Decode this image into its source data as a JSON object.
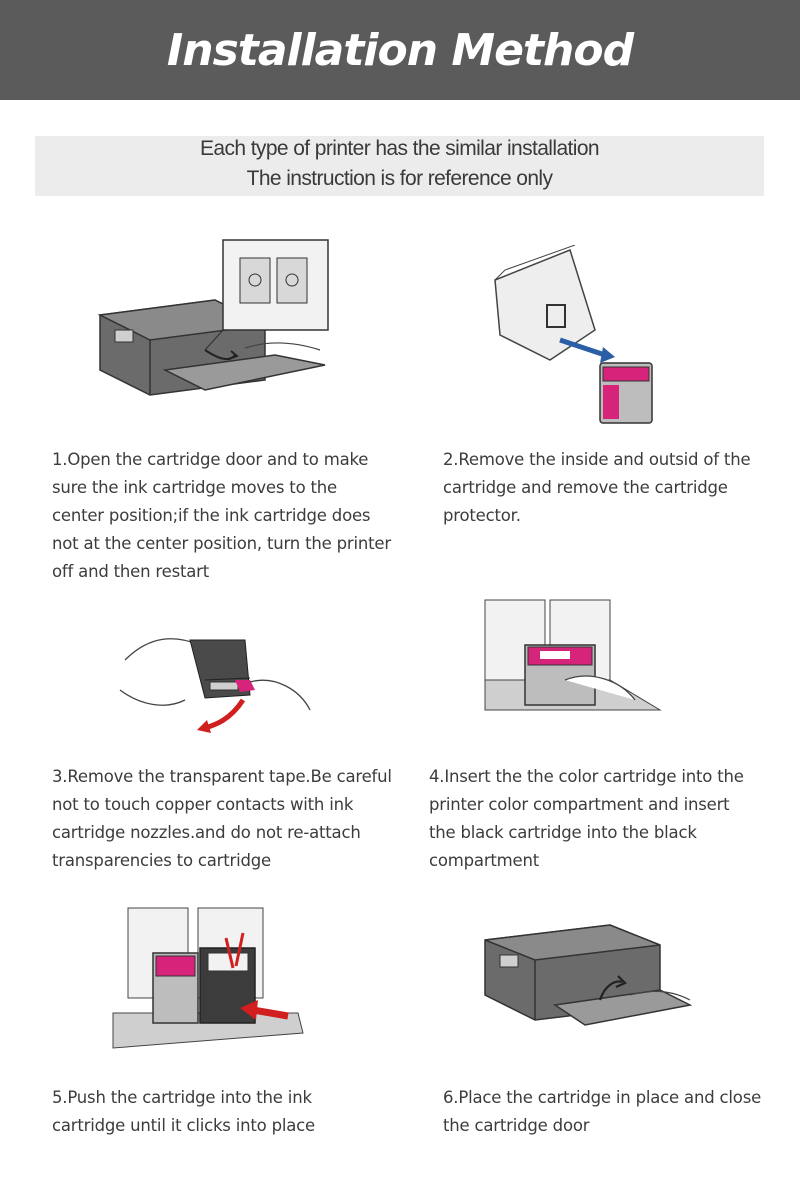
{
  "header": {
    "title": "Installation Method"
  },
  "note": {
    "line1": "Each type of printer has the similar installation",
    "line2": "The instruction is for reference only"
  },
  "steps": [
    {
      "text": "1.Open the cartridge door and to make sure the ink cartridge moves to the center position;if the ink cartridge does not at the center position, turn the printer off and then restart"
    },
    {
      "text": "2.Remove the inside and outsid of the cartridge and remove the cartridge protector."
    },
    {
      "text": "3.Remove the transparent tape.Be careful not to touch copper contacts with ink cartridge nozzles.and do not re-attach transparencies to cartridge"
    },
    {
      "text": "4.Insert the the color cartridge into the printer color compartment and insert the black cartridge into the black compartment"
    },
    {
      "text": "5.Push the cartridge into the ink cartridge until it clicks into place"
    },
    {
      "text": "6.Place the cartridge in place and close the cartridge door"
    }
  ],
  "colors": {
    "header_bg": "#5b5b5b",
    "note_bg": "#ececec",
    "accent_magenta": "#d6247a",
    "accent_red": "#d11f1f"
  }
}
